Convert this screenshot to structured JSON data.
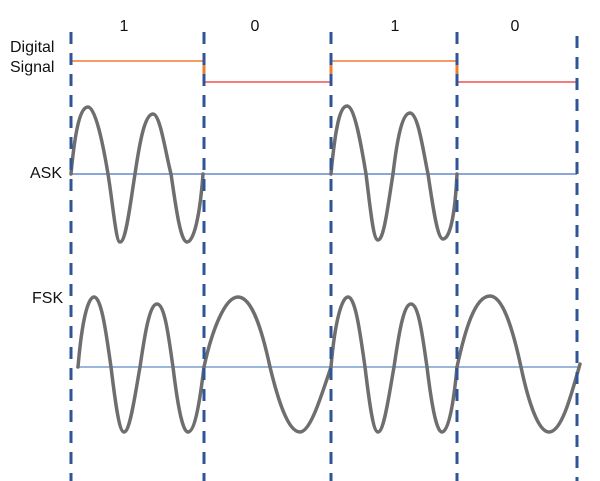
{
  "labels": {
    "digital_line1": "Digital",
    "digital_line2": "Signal",
    "ask": "ASK",
    "fsk": "FSK"
  },
  "bits": [
    "1",
    "0",
    "1",
    "0"
  ],
  "colors": {
    "divider": "#2F5597",
    "digital_high": "#ED7D31",
    "digital_low": "#F05050",
    "baseline": "#4472C4",
    "waveform": "#6E6E6E"
  }
}
